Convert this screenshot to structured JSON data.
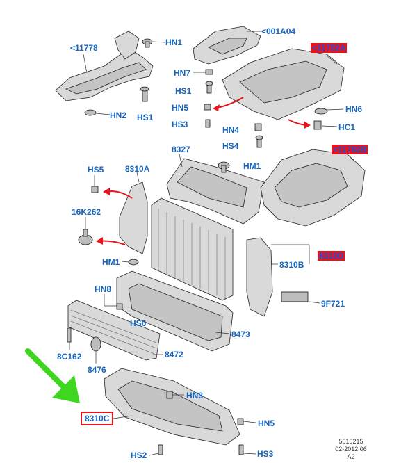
{
  "labels": {
    "p11778": "<11778",
    "hn1_top": "HN1",
    "hn7": "HN7",
    "hs1_a": "HS1",
    "hs1_b": "HS1",
    "hn2": "HN2",
    "p001a04": "<001A04",
    "p11782a": "<11782A",
    "hn5_top": "HN5",
    "hs3_top": "HS3",
    "hn4": "HN4",
    "hs4": "HS4",
    "hn6": "HN6",
    "hc1": "HC1",
    "p8327": "8327",
    "hm1_top": "HM1",
    "p11782b": "<11782B",
    "hs5": "HS5",
    "p8310a": "8310A",
    "p16k262": "16K262",
    "p8310d": "8310D",
    "p8310b": "8310B",
    "hm1_mid": "HM1",
    "p9f721": "9F721",
    "hn8": "HN8",
    "hs6": "HS6",
    "p8473": "8473",
    "p8c162": "8C162",
    "p8472": "8472",
    "p8476": "8476",
    "hn3": "HN3",
    "p8310c": "8310C",
    "hn5_bot": "HN5",
    "hs2": "HS2",
    "hs3_bot": "HS3"
  },
  "footer": {
    "line1": "5010215",
    "line2": "02-2012 06",
    "line3": "A2"
  },
  "colors": {
    "label_blue": "#1565c0",
    "highlight_red": "#e8141c",
    "arrow_red": "#e8141c",
    "pointer_green": "#3ed61e"
  }
}
